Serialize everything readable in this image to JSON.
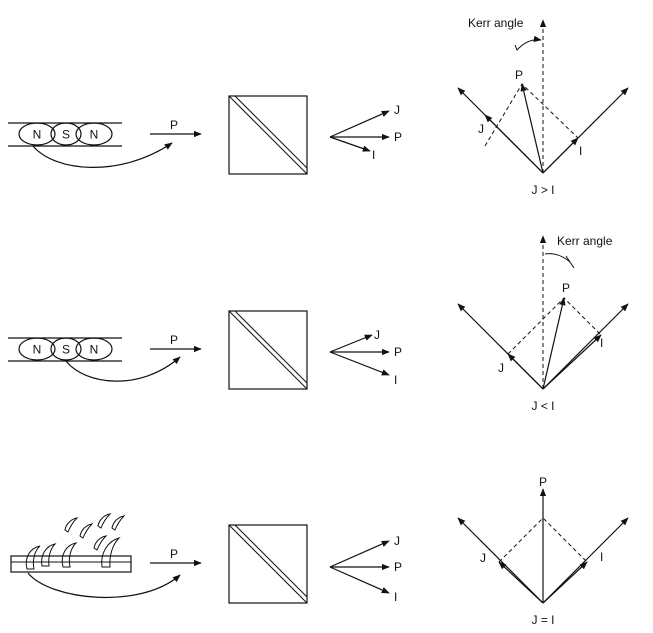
{
  "rows": [
    {
      "magnet": [
        "N",
        "S",
        "N"
      ],
      "beam_label": "P",
      "split_labels": {
        "j": "J",
        "p": "P",
        "i": "I"
      },
      "vector_labels": {
        "p": "P",
        "j": "J",
        "i": "I"
      },
      "kerr_label": "Kerr angle",
      "condition": "J > I"
    },
    {
      "magnet": [
        "N",
        "S",
        "N"
      ],
      "beam_label": "P",
      "split_labels": {
        "j": "J",
        "p": "P",
        "i": "I"
      },
      "vector_labels": {
        "p": "P",
        "j": "J",
        "i": "I"
      },
      "kerr_label": "Kerr angle",
      "condition": "J < I"
    },
    {
      "beam_label": "P",
      "split_labels": {
        "j": "J",
        "p": "P",
        "i": "I"
      },
      "vector_labels": {
        "p": "P",
        "j": "J",
        "i": "I"
      },
      "condition": "J = I"
    }
  ]
}
